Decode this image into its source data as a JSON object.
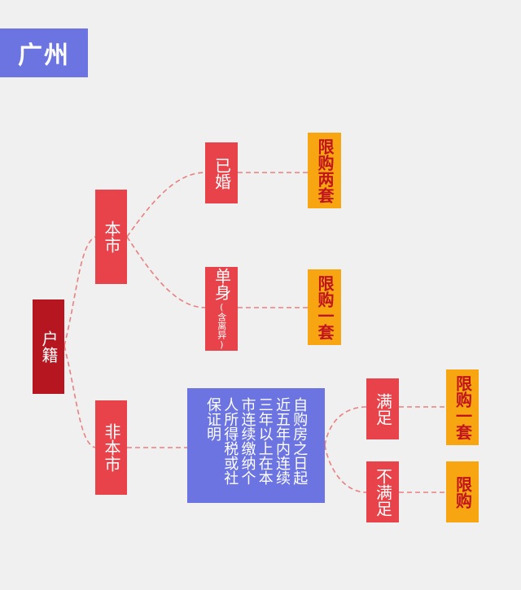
{
  "title": "广州",
  "nodes": {
    "huji": "户籍",
    "benshi": "本市",
    "feibenshi": "非本市",
    "yihun": "已婚",
    "danshen": "单身",
    "danshen_note": "(含离异)",
    "condition": "自购房之日起近五年内连续三年以上在本市连续缴纳个人所得税或社保证明",
    "manzu": "满足",
    "bumanzu": "不满足"
  },
  "results": {
    "yihun": "限购两套",
    "danshen": "限购一套",
    "manzu": "限购一套",
    "bumanzu": "限购"
  },
  "colors": {
    "title_bg": "#6b74e0",
    "node_red": "#e8434a",
    "node_dark_red": "#b6161f",
    "result_orange": "#f8a512",
    "result_text": "#c0141e",
    "condition_blue": "#6b74e0",
    "connector": "#e88080"
  }
}
